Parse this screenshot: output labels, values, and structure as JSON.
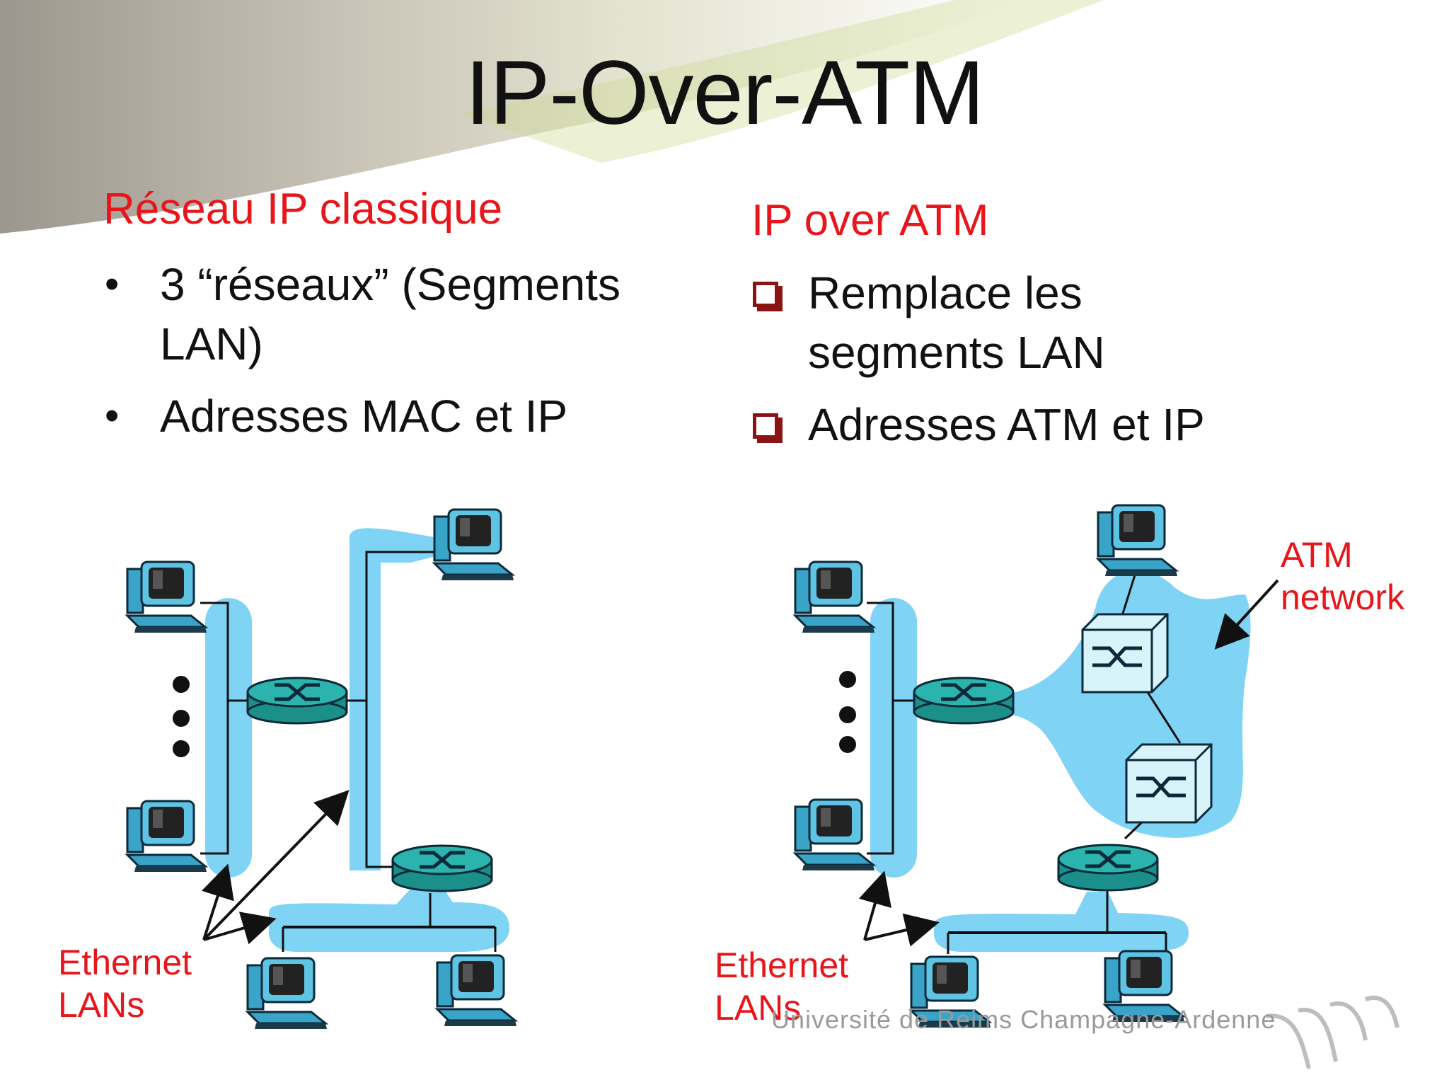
{
  "slide": {
    "title": "IP-Over-ATM",
    "left_heading": "Réseau IP classique",
    "left_bullets": [
      "3 “réseaux” (Segments LAN)",
      "Adresses MAC et IP"
    ],
    "right_heading": "IP over ATM",
    "right_bullets": [
      "Remplace les segments LAN",
      "Adresses ATM et IP"
    ]
  },
  "diagram_labels": {
    "left_ethernet": "Ethernet\nLANs",
    "right_ethernet": "Ethernet\nLANs",
    "atm_network": "ATM\nnetwork"
  },
  "footer": {
    "university": "Université de Reims Champagne-Ardenne"
  },
  "colors": {
    "title": "#111111",
    "accent_red": "#e8161b",
    "lan_blue": "#7fd3f5",
    "router_teal": "#1f9e9a",
    "switch_fill": "#d9f3fb"
  }
}
